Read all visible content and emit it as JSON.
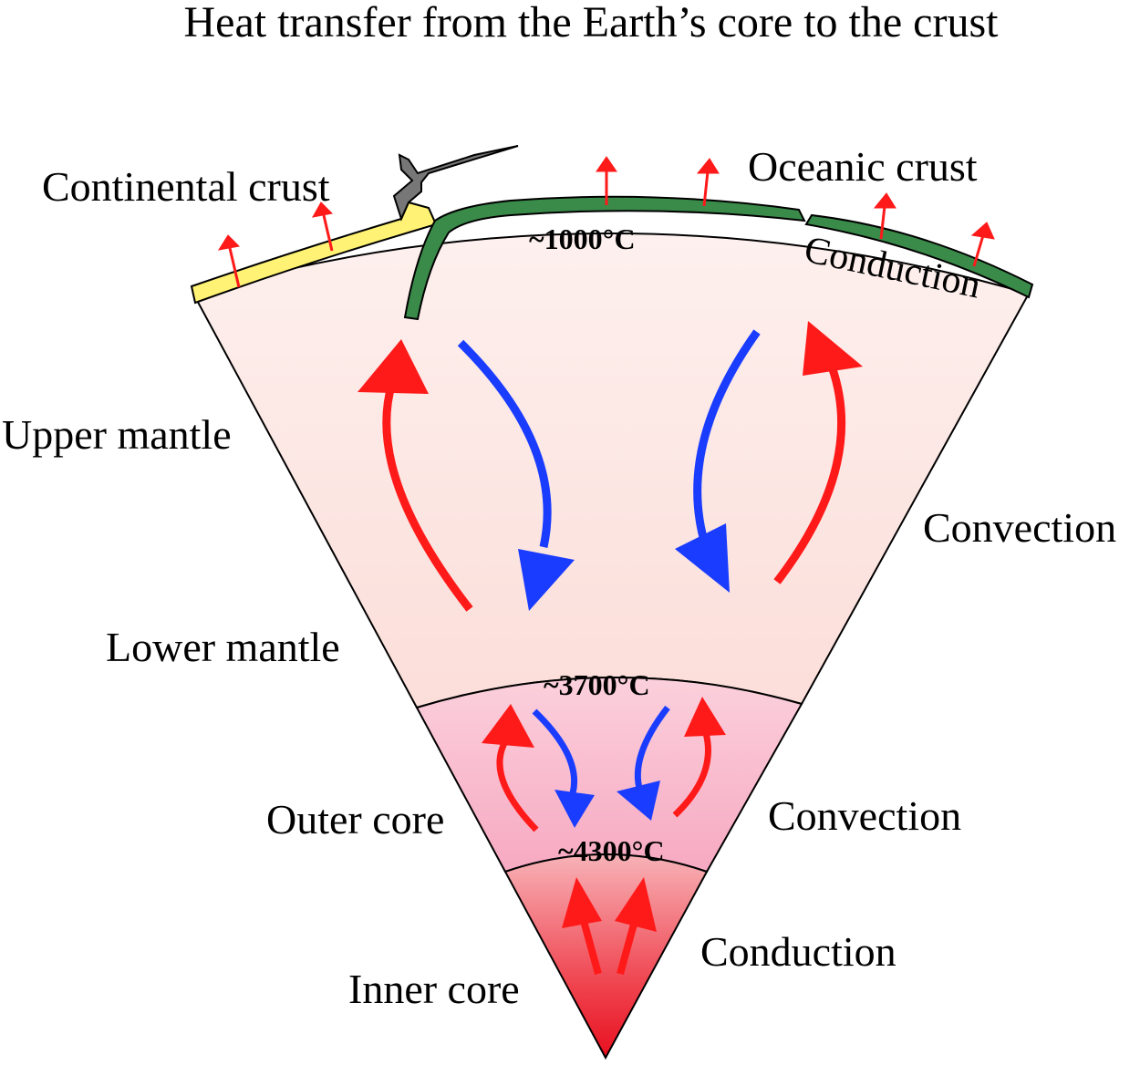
{
  "title": "Heat transfer from the Earth’s core to the crust",
  "labels": {
    "continental_crust": "Continental crust",
    "oceanic_crust": "Oceanic crust",
    "upper_mantle": "Upper mantle",
    "lower_mantle": "Lower mantle",
    "outer_core": "Outer core",
    "inner_core": "Inner core",
    "crust_process": "Conduction",
    "mantle_process": "Convection",
    "outer_core_process": "Convection",
    "inner_core_process": "Conduction"
  },
  "temperatures": {
    "crust_mantle": "~1000°C",
    "mantle_core": "~3700°C",
    "outer_inner_core": "~4300°C"
  },
  "colors": {
    "hot_arrow": "#ff1a1a",
    "cold_arrow": "#1a3cff",
    "continental_crust": "#fff275",
    "oceanic_crust": "#3a8a4a",
    "mantle": "#fde3e0",
    "outer_core": "#f9b8d0",
    "inner_core": "#f02030"
  }
}
